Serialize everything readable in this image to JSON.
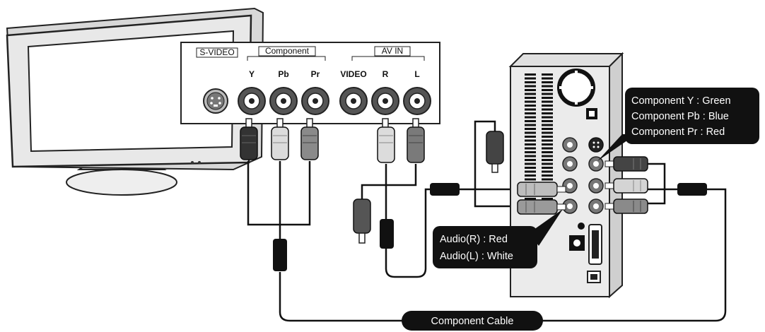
{
  "tv_panel": {
    "svideo_label": "S-VIDEO",
    "component_label": "Component",
    "av_in_label": "AV IN",
    "port_y": "Y",
    "port_pb": "Pb",
    "port_pr": "Pr",
    "port_video": "VIDEO",
    "port_r": "R",
    "port_l": "L"
  },
  "callouts": {
    "component_y": "Component Y : Green",
    "component_pb": "Component Pb : Blue",
    "component_pr": "Component Pr : Red",
    "audio_r": "Audio(R) : Red",
    "audio_l": "Audio(L) : White"
  },
  "cable": {
    "label": "Component Cable"
  }
}
